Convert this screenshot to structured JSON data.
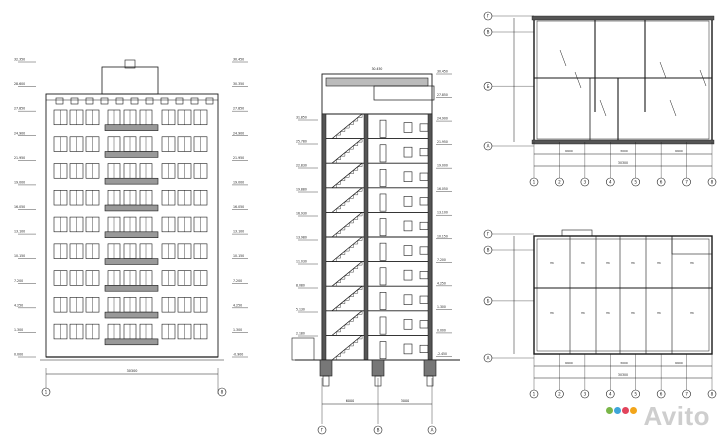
{
  "colors": {
    "line": "#1a1a1a",
    "hatch": "#555555",
    "watermark": "#c4c4c4",
    "dot_a": "#7ab648",
    "dot_b": "#3da5d9",
    "dot_c": "#e2445c",
    "dot_d": "#f2a51a"
  },
  "facade": {
    "floors": 9,
    "levels_left": [
      "32.350",
      "28.600",
      "27.850",
      "24.900",
      "21.950",
      "19.000",
      "16.050",
      "13.100",
      "10.150",
      "7.200",
      "4.250",
      "1.300",
      "0.000"
    ],
    "levels_right": [
      "30.450",
      "30.350",
      "27.850",
      "24.900",
      "21.950",
      "19.000",
      "16.050",
      "13.100",
      "10.150",
      "7.200",
      "4.250",
      "1.300",
      "-0.900"
    ],
    "dimension_total": "30300",
    "axis_left": "1",
    "axis_right": "8"
  },
  "section": {
    "levels_left": [
      "31.850",
      "25.780",
      "22.830",
      "19.880",
      "16.930",
      "13.980",
      "11.030",
      "8.080",
      "5.130",
      "2.180"
    ],
    "levels_right": [
      "30.450",
      "27.850",
      "24.900",
      "21.950",
      "19.000",
      "16.050",
      "13.100",
      "10.150",
      "7.200",
      "4.250",
      "1.300",
      "0.000",
      "-2.450"
    ],
    "top_label": "30.450",
    "dim_labels": [
      "6000",
      "3000"
    ],
    "axes": [
      "Г",
      "В",
      "А"
    ]
  },
  "plan_top": {
    "axes_left": [
      "Г",
      "В",
      "Б",
      "А"
    ],
    "axes_bottom": [
      "1",
      "2",
      "3",
      "4",
      "5",
      "6",
      "7",
      "8"
    ],
    "dims_bottom": [
      "6600",
      "3000",
      "6600"
    ],
    "dim_total": "30300"
  },
  "plan_bottom": {
    "axes_left": [
      "Г",
      "В",
      "Б",
      "А"
    ],
    "axes_bottom": [
      "1",
      "2",
      "3",
      "4",
      "5",
      "6",
      "7",
      "8"
    ],
    "dims_bottom": [
      "6600",
      "3000",
      "6600"
    ],
    "dim_total": "30300"
  },
  "watermark": {
    "brand": "Avito"
  }
}
